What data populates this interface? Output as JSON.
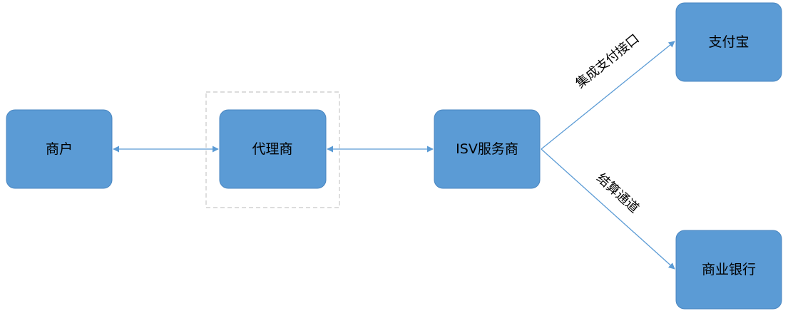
{
  "colors": {
    "node_fill": "#5b9bd5",
    "node_stroke": "#4a86c0",
    "edge": "#5b9bd5",
    "group_border": "#c8c8c8",
    "text": "#000000"
  },
  "nodes": {
    "merchant": "商户",
    "agent": "代理商",
    "isv": "ISV服务商",
    "alipay": "支付宝",
    "bank": "商业银行"
  },
  "edges": {
    "isv_alipay": "集成支付接口",
    "isv_bank": "结算通道"
  }
}
